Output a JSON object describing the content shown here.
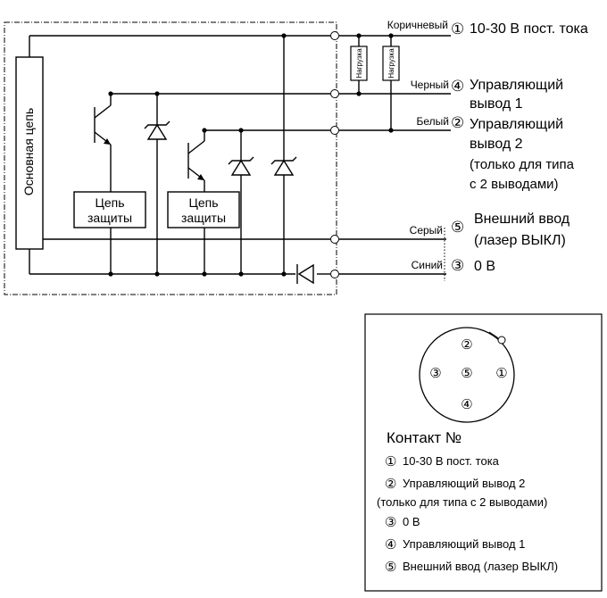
{
  "wires": {
    "brown": "Коричневый",
    "black": "Черный",
    "white": "Белый",
    "gray": "Серый",
    "blue": "Синий"
  },
  "pins": {
    "p1": "①",
    "p2": "②",
    "p3": "③",
    "p4": "④",
    "p5": "⑤"
  },
  "terminals": {
    "t1": "10-30 В пост. тока",
    "t4_line1": "Управляющий",
    "t4_line2": "вывод 1",
    "t2_line1": "Управляющий",
    "t2_line2": "вывод 2",
    "t2_line3": "(только для типа",
    "t2_line4": "с 2 выводами)",
    "t5_line1": "Внешний ввод",
    "t5_line2": "(лазер ВЫКЛ)",
    "t3": "0 В"
  },
  "circuit": {
    "main_circuit": "Основная цепь",
    "protection_line1": "Цепь",
    "protection_line2": "защиты",
    "load": "Нагрузка"
  },
  "connector": {
    "title": "Контакт №",
    "items": [
      "10-30 В пост. тока",
      "Управляющий вывод 2",
      "(только для типа с 2 выводами)",
      "0 В",
      "Управляющий вывод 1",
      "Внешний ввод (лазер ВЫКЛ)"
    ]
  }
}
